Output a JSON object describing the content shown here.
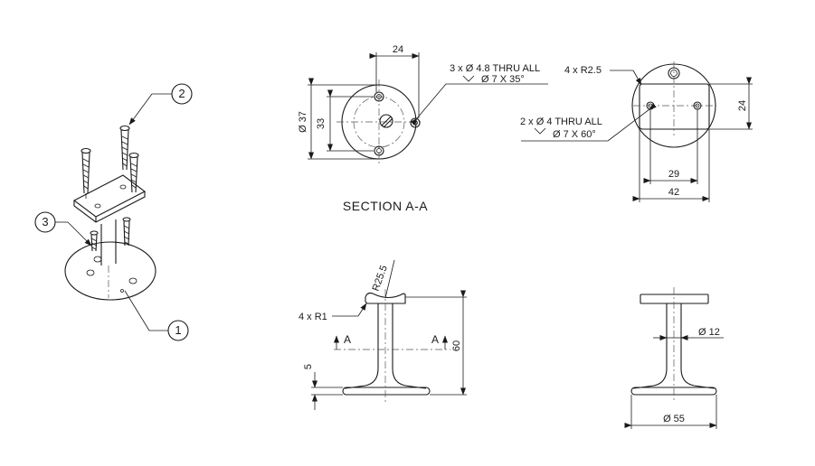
{
  "balloons": {
    "b1": "1",
    "b2": "2",
    "b3": "3"
  },
  "section": {
    "title": "SECTION A-A",
    "dim_24": "24",
    "dim_33": "33",
    "dim_dia37": "Ø 37",
    "hole_note_1": "3 x Ø 4.8 THRU ALL",
    "hole_note_2": "Ø 7 X 35°"
  },
  "top_view": {
    "radius_note": "4 x R2.5",
    "hole_note_1": "2 x Ø 4 THRU ALL",
    "hole_note_2": "Ø 7 X 60°",
    "dim_24": "24",
    "dim_29": "29",
    "dim_42": "42"
  },
  "front_view": {
    "radius_r255": "R25.5",
    "radius_r1": "4 x R1",
    "section_left": "A",
    "section_right": "A",
    "dim_60": "60",
    "dim_5": "5"
  },
  "side_view": {
    "dim_dia12": "Ø 12",
    "dim_dia55": "Ø 55"
  }
}
